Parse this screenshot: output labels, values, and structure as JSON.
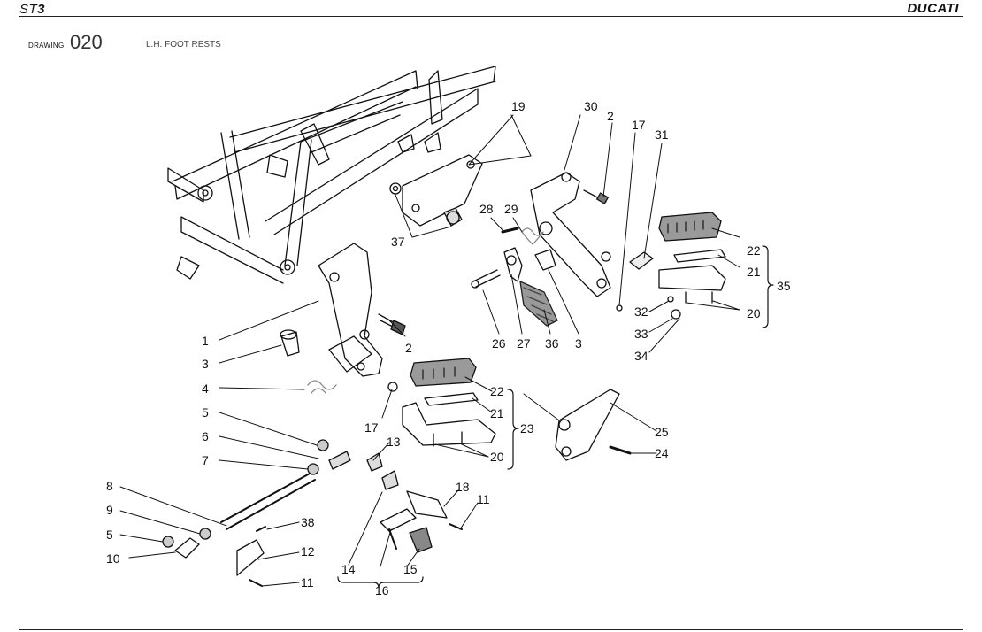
{
  "header": {
    "model_prefix": "ST",
    "model_suffix": "3",
    "brand": "DUCATI"
  },
  "drawing": {
    "label": "DRAWING",
    "number": "020",
    "title": "L.H. FOOT RESTS"
  },
  "callouts": [
    "1",
    "2",
    "2",
    "3",
    "3",
    "4",
    "5",
    "5",
    "6",
    "7",
    "8",
    "9",
    "10",
    "11",
    "11",
    "12",
    "13",
    "14",
    "15",
    "16",
    "17",
    "17",
    "18",
    "19",
    "20",
    "20",
    "21",
    "21",
    "22",
    "22",
    "23",
    "24",
    "25",
    "26",
    "27",
    "28",
    "29",
    "30",
    "31",
    "32",
    "33",
    "34",
    "35",
    "36",
    "37",
    "38"
  ]
}
